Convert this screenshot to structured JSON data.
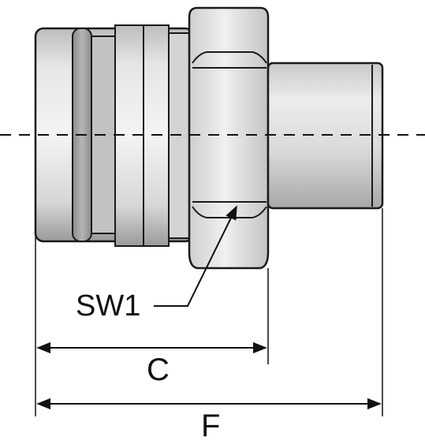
{
  "diagram": {
    "labels": {
      "hex_callout": "SW1",
      "dim_inner": "C",
      "dim_outer": "F"
    },
    "colors": {
      "outline": "#1a1a1a",
      "metal_light": "#dcdcdc",
      "metal_mid": "#bdbdbd",
      "metal_dark": "#8f8f8f",
      "highlight": "#f2f2f2",
      "centerline": "#111111"
    }
  }
}
